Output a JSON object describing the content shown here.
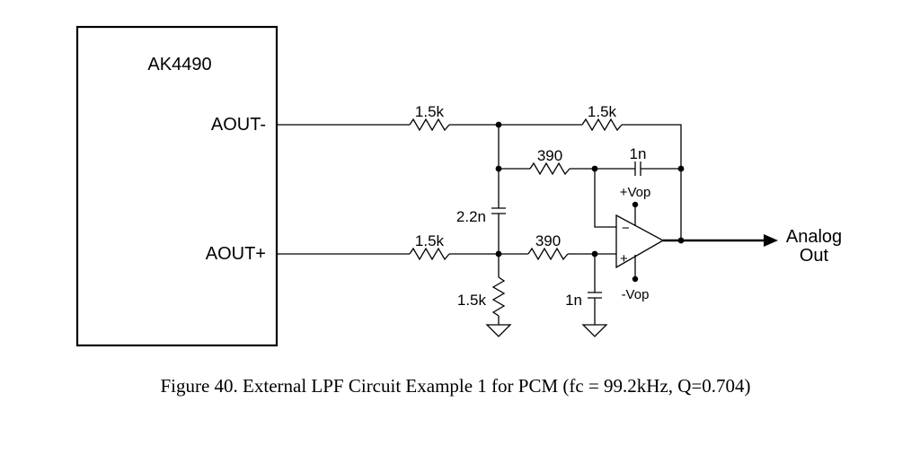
{
  "chip": {
    "name": "AK4490",
    "pin_neg": "AOUT-",
    "pin_pos": "AOUT+"
  },
  "components": {
    "r_in_neg": "1.5k",
    "r_feedback": "1.5k",
    "r_390_top": "390",
    "c_feedback": "1n",
    "c_bridge": "2.2n",
    "r_in_pos": "1.5k",
    "r_390_bottom": "390",
    "r_shunt": "1.5k",
    "c_shunt": "1n"
  },
  "opamp": {
    "vpos": "+Vop",
    "vneg": "-Vop",
    "minus": "−",
    "plus": "+"
  },
  "output": {
    "line1": "Analog",
    "line2": "Out"
  },
  "caption": "Figure 40. External LPF Circuit Example 1 for PCM (fc = 99.2kHz, Q=0.704)"
}
